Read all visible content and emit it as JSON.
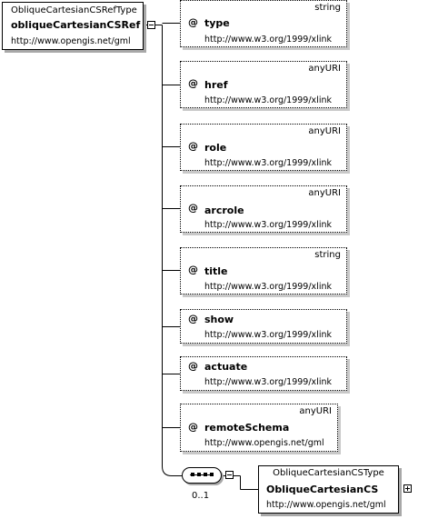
{
  "root": {
    "type": "ObliqueCartesianCSRefType",
    "name": "obliqueCartesianCSRef",
    "namespace": "http://www.opengis.net/gml"
  },
  "attributes": [
    {
      "marker": "@",
      "name": "type",
      "type": "string",
      "namespace": "http://www.w3.org/1999/xlink"
    },
    {
      "marker": "@",
      "name": "href",
      "type": "anyURI",
      "namespace": "http://www.w3.org/1999/xlink"
    },
    {
      "marker": "@",
      "name": "role",
      "type": "anyURI",
      "namespace": "http://www.w3.org/1999/xlink"
    },
    {
      "marker": "@",
      "name": "arcrole",
      "type": "anyURI",
      "namespace": "http://www.w3.org/1999/xlink"
    },
    {
      "marker": "@",
      "name": "title",
      "type": "string",
      "namespace": "http://www.w3.org/1999/xlink"
    },
    {
      "marker": "@",
      "name": "show",
      "type": "",
      "namespace": "http://www.w3.org/1999/xlink"
    },
    {
      "marker": "@",
      "name": "actuate",
      "type": "",
      "namespace": "http://www.w3.org/1999/xlink"
    },
    {
      "marker": "@",
      "name": "remoteSchema",
      "type": "anyURI",
      "namespace": "http://www.opengis.net/gml"
    }
  ],
  "sequence": {
    "occurrence": "0..1"
  },
  "child": {
    "type": "ObliqueCartesianCSType",
    "name": "ObliqueCartesianCS",
    "namespace": "http://www.opengis.net/gml"
  },
  "colors": {
    "line": "#000000",
    "shadow": "#a8a8a8",
    "background": "#ffffff"
  },
  "icons": {
    "collapse": "minus-box-icon",
    "expand": "plus-box-icon",
    "sequence": "sequence-compositor-icon"
  }
}
